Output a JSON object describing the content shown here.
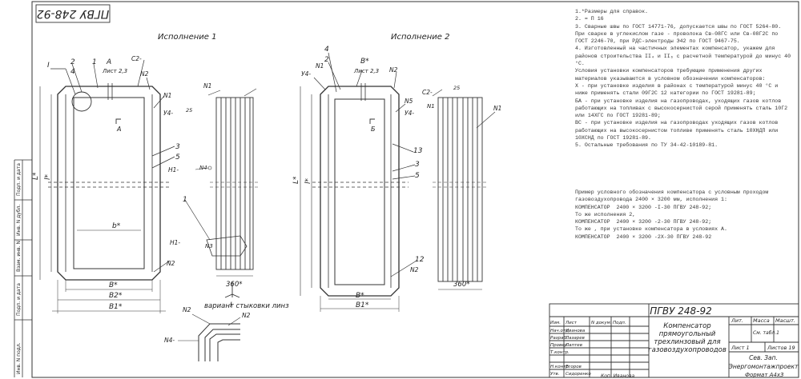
{
  "doc_code": "ПГВУ 248-92",
  "views": {
    "v1_title": "Исполнение 1",
    "v2_title": "Исполнение 2",
    "joint_title": "вариант стыковки линз"
  },
  "labels_v1": {
    "I": "I",
    "n2": "2",
    "n4": "4",
    "n1": "1",
    "A": "A",
    "sheet": "Лист 2,3",
    "c2": "С2-",
    "N2": "N2",
    "N1": "N1",
    "weld": "У4-",
    "deg25": "25",
    "A_sec": "A",
    "n3": "3",
    "n5": "5",
    "L": "L*",
    "l": "l*",
    "b": "b*",
    "N2b": "N2",
    "B": "B*",
    "B2": "B2*",
    "B1": "B1*",
    "H1a": "Н1-",
    "N4": "N4",
    "N1b": "N1",
    "item1": "1",
    "H1b": "Н1-",
    "N3": "N3",
    "dim360": "360*",
    "sec_I": "I"
  },
  "labels_v2": {
    "n4": "4",
    "n2": "2",
    "Y4": "У4-",
    "N1": "N1",
    "B": "B*",
    "sheet": "Лист 2,3",
    "N2": "N2",
    "N5": "N5",
    "c2": "С2-",
    "deg25": "25",
    "Y4b": "У4-",
    "N1b": "N1",
    "Bsec": "Б",
    "N1c": "N1",
    "n13": "13",
    "n3": "3",
    "n5": "5",
    "L": "L*",
    "l": "l*",
    "n12": "12",
    "N2b": "N2",
    "B1": "B1*",
    "dim360": "360*"
  },
  "joint": {
    "N2a": "N2",
    "N2b": "N2",
    "N4": "N4-"
  },
  "notes": [
    "1.*Размеры для справок.",
    "2. = П 16",
    "",
    "3. Сварные швы по ГОСТ 14771-76, допускается швы по ГОСТ 5264-80. При сварке в углекислом газе - проволока Св-08ГС или Св-08Г2С по ГОСТ 2246-70, при РДС-электроды Э42 по ГОСТ 9467-75.",
    "4. Изготовленный на частичных элементах компенсатор, укажем для районов строительства II₄ и II₆ с расчетной температурой до минус 40 °C.",
    "Условия установки компенсаторов требующие применения других материалов указываются в условном обозначении компенсаторов:",
    "Х - при установке изделия в районах с температурой минус 40 °C и ниже применять стали 09Г2С 12 категории по ГОСТ 19281-89;",
    "БА - при установке изделия на газопроводах, уходящих газов котлов работающих на топливах с высокосернистой серой применять сталь 10Г2 или 14ХГС по ГОСТ 19281-89;",
    "ВС - при установке изделия на газопроводах уходящих газов котлов работающих на высокосернистом топливе применять сталь 10ХНДП или 10ХСНД по ГОСТ 19281-89.",
    "5. Остальные требования по ТУ 34-42-10189-81."
  ],
  "example": [
    "Пример условного обозначения компенсатора с условным проходом газовоздухопровода 2400 × 3200 мм, исполнения 1:",
    "КОМПЕНСАТОР  2400 × 3200 -I-30 ПГВУ 248-92;",
    "То же исполнения 2,",
    "КОМПЕНСАТОР  2400 × 3200 -2-30 ПГВУ 248-92;",
    "То же , при установке компенсатора в условиях А.",
    "КОМПЕНСАТОР  2400 × 3200 -2Х-30 ПГВУ 248-92"
  ],
  "stamp": {
    "code": "ПГВУ 248-92",
    "title_l1": "Компенсатор",
    "title_l2": "прямоугольный",
    "title_l3": "трехлинзовый для",
    "title_l4": "газовоздухопроводов",
    "lit_hdr": "Лит.",
    "mass_hdr": "Масса",
    "scale_hdr": "Масшт.",
    "mass_val": "См. табл.1",
    "sheet": "Лист 1",
    "sheets": "Листов 19",
    "org1": "Сев. Зап.",
    "org2": "Энергомонтажпроект",
    "format": "Формат А4х3",
    "rows": [
      {
        "role": "Изм.",
        "name": "Лист",
        "sign": "N докум.",
        "date": "Подп."
      },
      {
        "role": "Нач.отд.",
        "name": "Иванова",
        "sign": "",
        "date": ""
      },
      {
        "role": "Разраб.",
        "name": "Лазарев",
        "sign": "",
        "date": ""
      },
      {
        "role": "Провер.",
        "name": "Лаптев",
        "sign": "",
        "date": ""
      },
      {
        "role": "Т.контр.",
        "name": "",
        "sign": "",
        "date": ""
      },
      {
        "role": "Н.контр.",
        "name": "Егоров",
        "sign": "",
        "date": ""
      },
      {
        "role": "Утв.",
        "name": "Сидоренко",
        "sign": "",
        "date": ""
      }
    ],
    "copied": "Коп. Иванова"
  },
  "side_strip": [
    "Инв. N подл.",
    "Подп. и дата",
    "Взам. инв. N",
    "Инв. N дубл.",
    "Подп. и дата"
  ]
}
